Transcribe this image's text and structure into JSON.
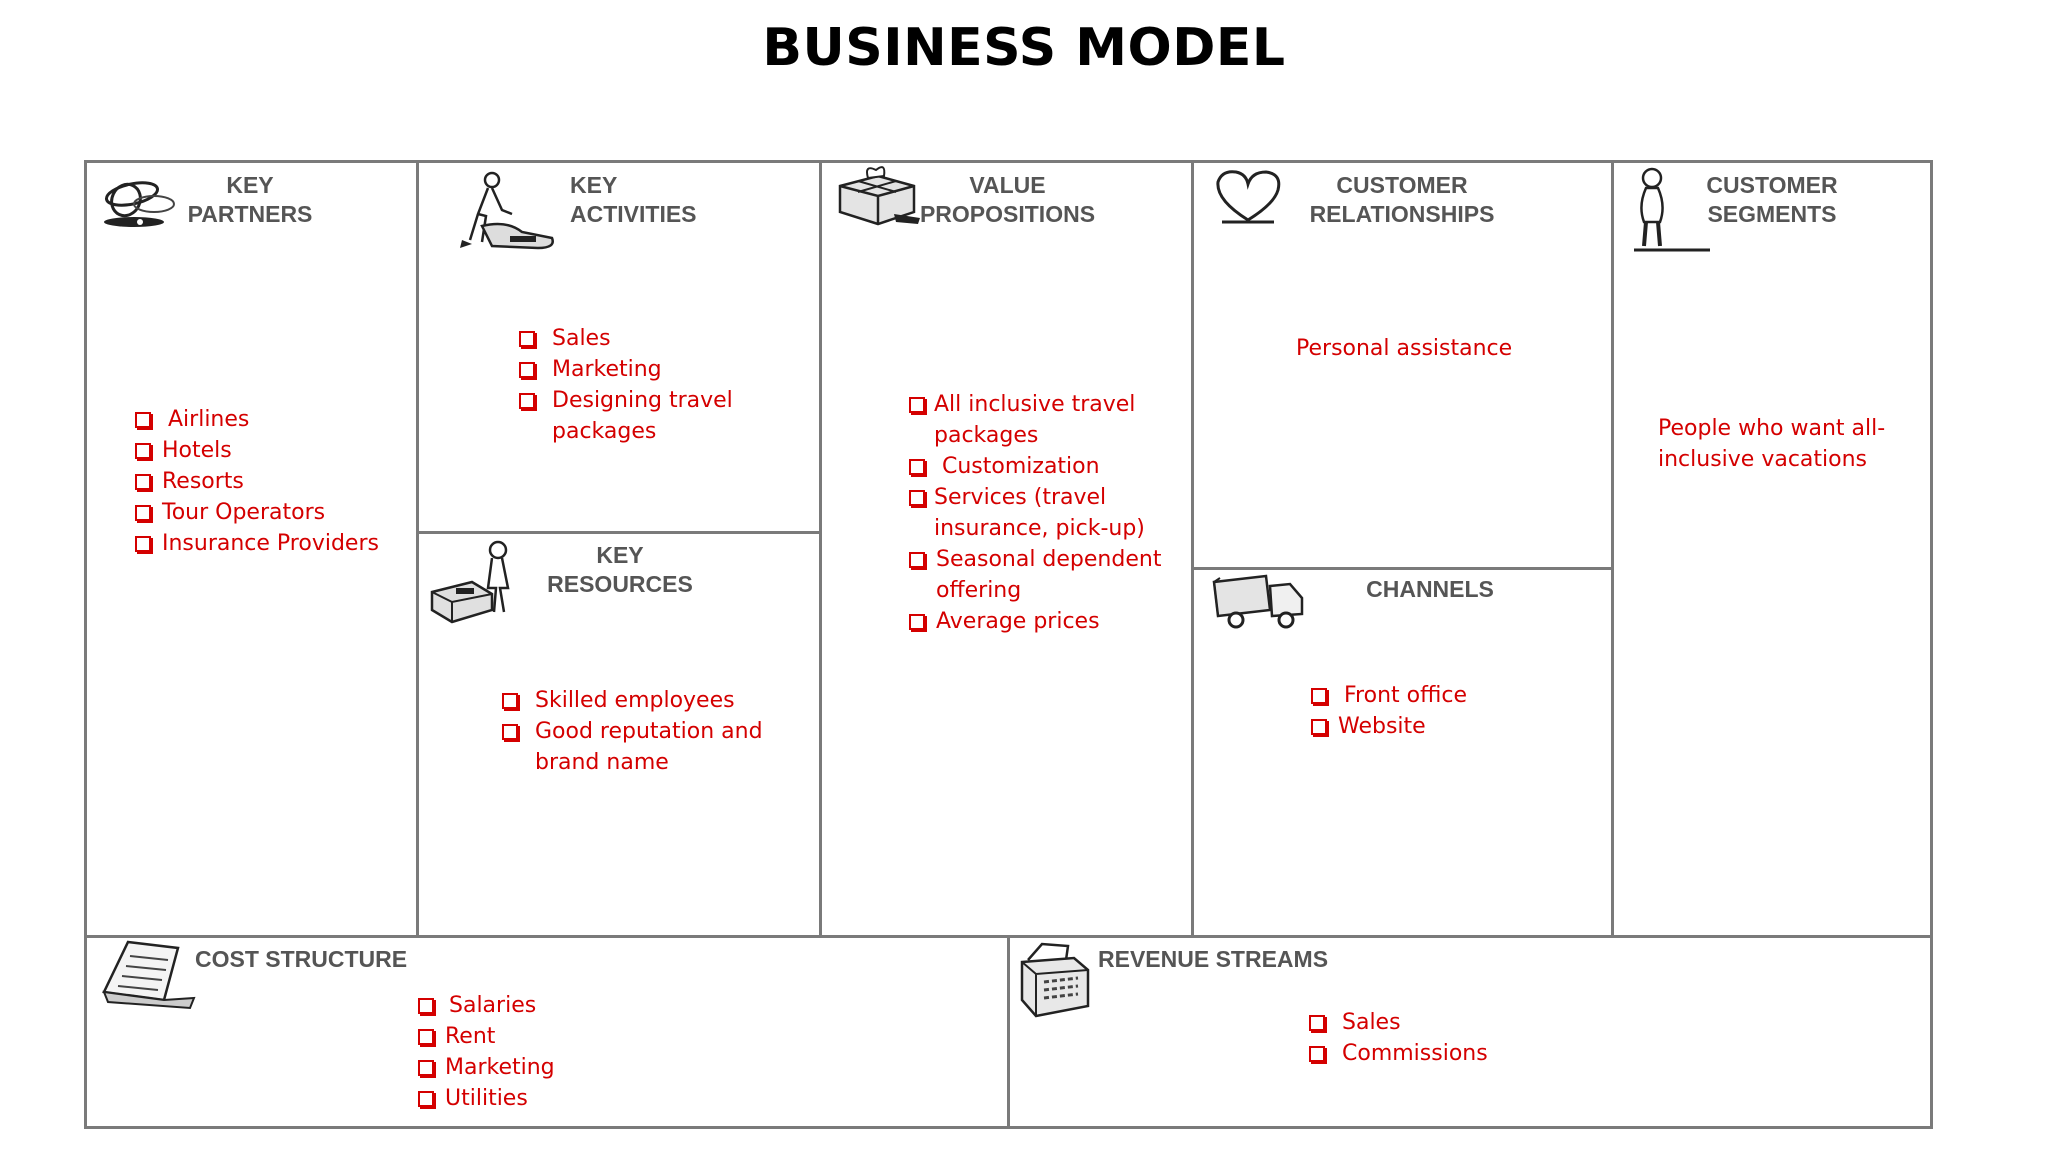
{
  "title": "BUSINESS MODEL",
  "colors": {
    "item_text": "#d40000",
    "header_text": "#555555",
    "border": "#7a7a7a"
  },
  "key_partners": {
    "header": [
      "KEY",
      "PARTNERS"
    ],
    "icon": "linked-rings-icon",
    "items": [
      "Airlines",
      "Hotels",
      "Resorts",
      "Tour Operators",
      "Insurance Providers"
    ]
  },
  "key_activities": {
    "header": [
      "KEY",
      "ACTIVITIES"
    ],
    "icon": "worker-icon",
    "items": [
      "Sales",
      "Marketing",
      "Designing travel packages"
    ]
  },
  "key_resources": {
    "header": [
      "KEY",
      "RESOURCES"
    ],
    "icon": "person-with-machine-icon",
    "items": [
      "Skilled employees",
      "Good reputation and brand name"
    ]
  },
  "value_propositions": {
    "header": [
      "VALUE",
      "PROPOSITIONS"
    ],
    "icon": "gift-box-icon",
    "items": [
      "All inclusive travel packages",
      "Customization",
      "Services (travel insurance, pick-up)",
      "Seasonal dependent offering",
      "Average prices"
    ]
  },
  "customer_relationships": {
    "header": [
      "CUSTOMER",
      "RELATIONSHIPS"
    ],
    "icon": "heart-icon",
    "text": "Personal assistance"
  },
  "channels": {
    "header": [
      "CHANNELS"
    ],
    "icon": "truck-icon",
    "items": [
      "Front office",
      "Website"
    ]
  },
  "customer_segments": {
    "header": [
      "CUSTOMER",
      "SEGMENTS"
    ],
    "icon": "person-standing-icon",
    "text_lines": [
      "People who want all-",
      "inclusive vacations"
    ]
  },
  "cost_structure": {
    "header": [
      "COST STRUCTURE"
    ],
    "icon": "invoice-icon",
    "items": [
      "Salaries",
      "Rent",
      "Marketing",
      "Utilities"
    ]
  },
  "revenue_streams": {
    "header": [
      "REVENUE STREAMS"
    ],
    "icon": "cash-register-icon",
    "items": [
      "Sales",
      "Commissions"
    ]
  }
}
